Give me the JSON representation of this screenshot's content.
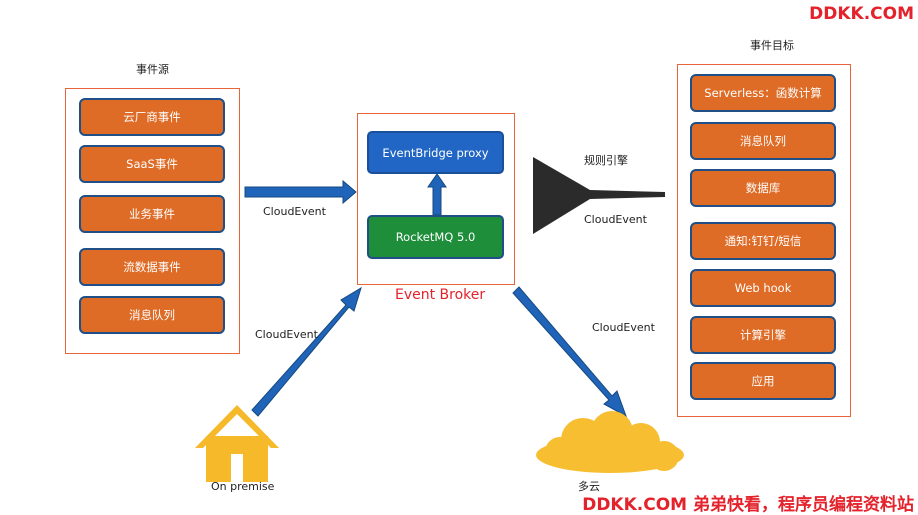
{
  "watermark": {
    "top": "DDKK.COM",
    "bottom": "DDKK.COM 弟弟快看，程序员编程资料站"
  },
  "sources": {
    "title": "事件源",
    "items": [
      "云厂商事件",
      "SaaS事件",
      "业务事件",
      "流数据事件",
      "消息队列"
    ]
  },
  "broker": {
    "title": "Event Broker",
    "proxy": "EventBridge proxy",
    "rocketmq": "RocketMQ 5.0"
  },
  "targets": {
    "title": "事件目标",
    "items": [
      "Serverless：函数计算",
      "消息队列",
      "数据库",
      "通知:钉钉/短信",
      "Web hook",
      "计算引擎",
      "应用"
    ]
  },
  "edges": {
    "sources_to_broker": "CloudEvent",
    "premise_to_broker": "CloudEvent",
    "broker_to_cloud": "CloudEvent",
    "rule_engine_label": "规则引擎",
    "rule_engine_event": "CloudEvent"
  },
  "nodes": {
    "on_premise": "On premise",
    "multi_cloud": "多云"
  },
  "colors": {
    "orange_box": "#de6b26",
    "box_border": "#1f4f86",
    "frame": "#e8653a",
    "arrow": "#1f64b8",
    "proxy": "#2166c4",
    "rocketmq": "#1e8e3a",
    "house": "#f5b92a",
    "cloud": "#f7be31",
    "funnel": "#2b2b2b",
    "watermark": "#e4222b",
    "broker_title": "#e4222b"
  }
}
